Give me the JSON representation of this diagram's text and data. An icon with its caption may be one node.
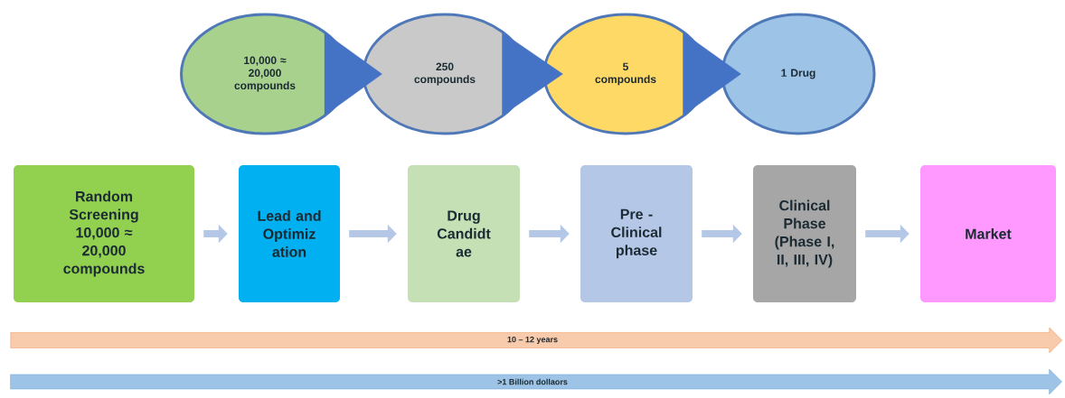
{
  "diagram": {
    "nodes": [
      {
        "text": [
          "10,000 ≈ 20,000 compounds"
        ]
      },
      {
        "text": [
          "250 compounds"
        ]
      },
      {
        "text": [
          "5 compounds"
        ]
      },
      {
        "text": [
          "1 Drug"
        ]
      },
      {
        "text": [
          "Random Screening 10,000 ≈ 20,000 compounds"
        ]
      },
      {
        "text": [
          "Lead and Optimiz ation"
        ]
      },
      {
        "text": [
          "Drug Candidt ae"
        ]
      },
      {
        "text": [
          "Pre - Clinical phase"
        ]
      },
      {
        "text": [
          "Clinical Phase (Phase I, II, III, IV)"
        ]
      },
      {
        "text": [
          "Market"
        ]
      },
      {
        "text": [
          "10 – 12 years"
        ]
      },
      {
        "text": [
          ">1 Billion dollaors"
        ]
      }
    ],
    "edges": [
      {
        "from": 0,
        "to": 1,
        "arrow": "to",
        "color": "#4472c4"
      },
      {
        "from": 1,
        "to": 2,
        "arrow": "to",
        "color": "#4472c4"
      },
      {
        "from": 2,
        "to": 3,
        "arrow": "to",
        "color": "#4472c4"
      },
      {
        "from": 4,
        "to": 5,
        "arrow": "to"
      },
      {
        "from": 5,
        "to": 6,
        "arrow": "to"
      },
      {
        "from": 6,
        "to": 7,
        "arrow": "to"
      },
      {
        "from": 7,
        "to": 8,
        "arrow": "to"
      },
      {
        "from": 8,
        "to": 9,
        "arrow": "to"
      }
    ]
  }
}
